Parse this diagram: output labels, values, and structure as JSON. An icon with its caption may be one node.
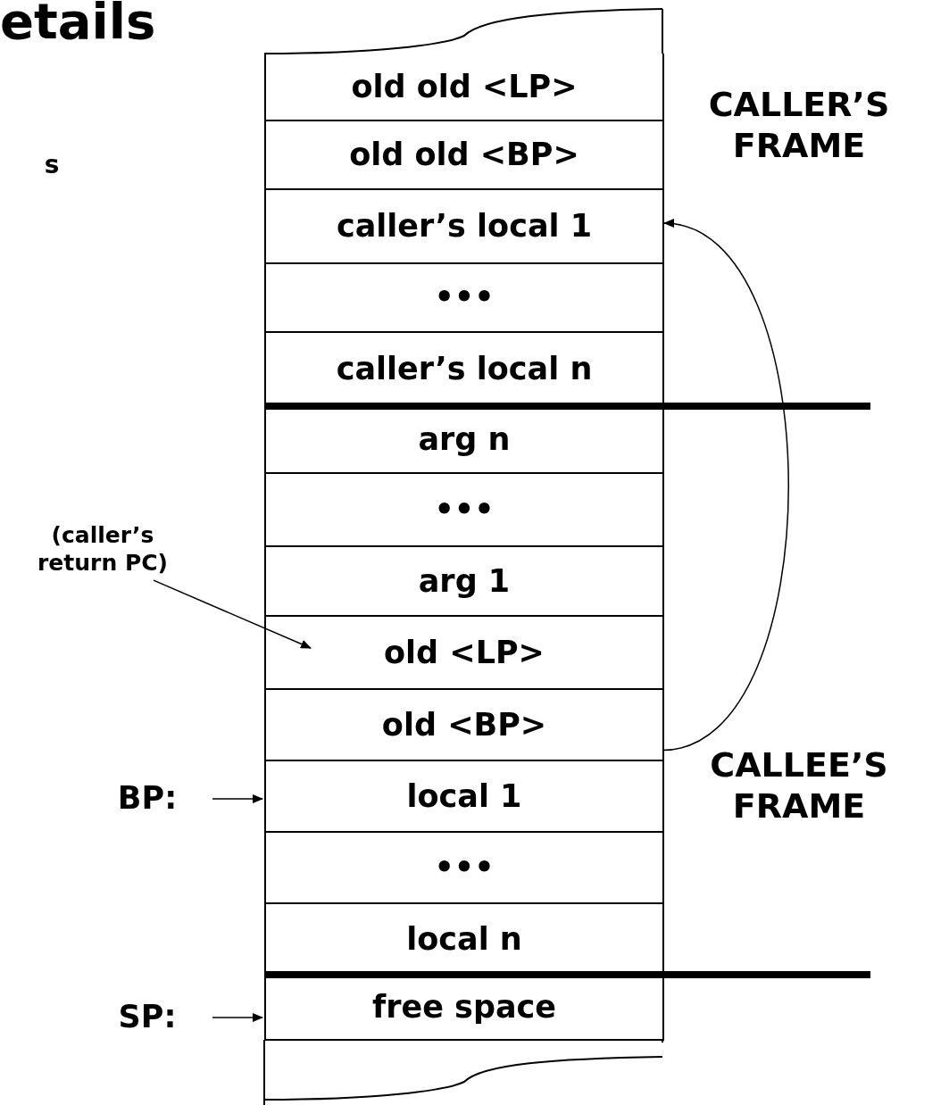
{
  "diagram": {
    "title": "etails",
    "nodes": [
      {
        "text": [
          "old old <LP>"
        ]
      },
      {
        "text": [
          "old old <BP>"
        ]
      },
      {
        "text": [
          "caller’s local 1"
        ]
      },
      {
        "text": [
          "•••"
        ]
      },
      {
        "text": [
          "caller’s local n"
        ]
      },
      {
        "text": [
          "arg n"
        ]
      },
      {
        "text": [
          "•••"
        ]
      },
      {
        "text": [
          "arg 1"
        ]
      },
      {
        "text": [
          "old <LP>"
        ]
      },
      {
        "text": [
          "old <BP>"
        ]
      },
      {
        "text": [
          "local 1"
        ]
      },
      {
        "text": [
          "•••"
        ]
      },
      {
        "text": [
          "local n"
        ]
      },
      {
        "text": [
          "free space"
        ]
      },
      {
        "text": [
          "(caller’s return PC)"
        ]
      },
      {
        "text": [
          "BP:"
        ]
      },
      {
        "text": [
          "SP:"
        ]
      }
    ],
    "edges": [
      {
        "from": 9,
        "to": 2,
        "arrow": "to"
      },
      {
        "from": 14,
        "to": 8,
        "arrow": "to"
      },
      {
        "from": 15,
        "to": 10,
        "arrow": "to"
      },
      {
        "from": 16,
        "to": 13,
        "arrow": "to"
      }
    ],
    "labels": [
      "s",
      "CALLER’S FRAME",
      "CALLEE’S FRAME"
    ]
  }
}
